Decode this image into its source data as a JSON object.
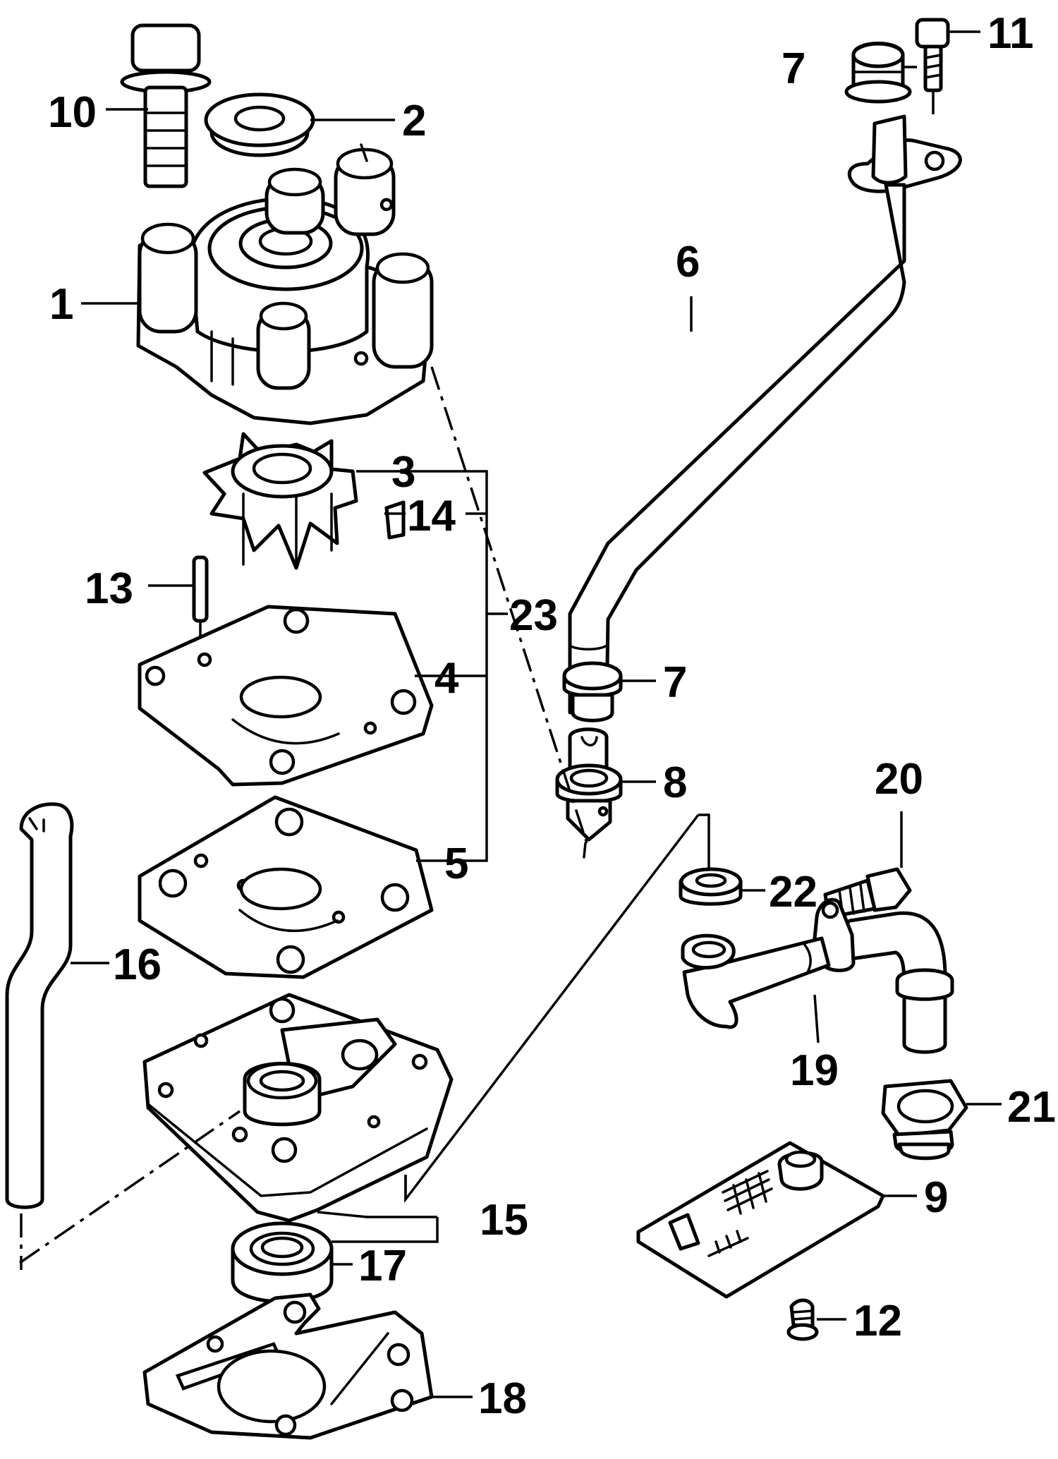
{
  "diagram": {
    "callouts": {
      "c1": "1",
      "c2": "2",
      "c3": "3",
      "c4": "4",
      "c5": "5",
      "c6": "6",
      "c7a": "7",
      "c7b": "7",
      "c8": "8",
      "c9": "9",
      "c10": "10",
      "c11": "11",
      "c12": "12",
      "c13": "13",
      "c14": "14",
      "c15": "15",
      "c16": "16",
      "c17": "17",
      "c18": "18",
      "c19": "19",
      "c20": "20",
      "c21": "21",
      "c22": "22",
      "c23": "23"
    }
  }
}
